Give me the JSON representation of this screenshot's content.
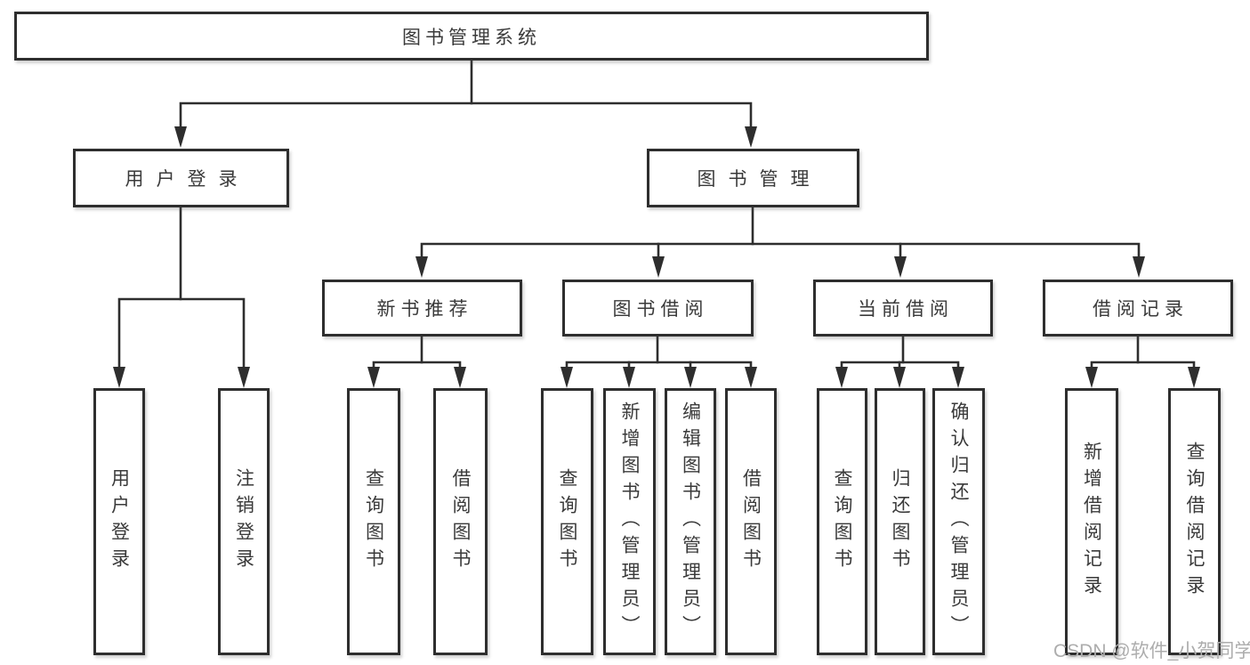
{
  "colors": {
    "line": "#2e2e2e",
    "text": "#3a3a3a",
    "watermark": "#adadad",
    "background": "#ffffff"
  },
  "watermark": {
    "text": "CSDN @软件_小贺同学"
  },
  "tree": {
    "root": {
      "label": "图书管理系统"
    },
    "level1": [
      {
        "label": "用户登录"
      },
      {
        "label": "图书管理"
      }
    ],
    "level2": [
      {
        "label": "新书推荐"
      },
      {
        "label": "图书借阅"
      },
      {
        "label": "当前借阅"
      },
      {
        "label": "借阅记录"
      }
    ],
    "leaves": {
      "user_login": [
        "用户登录",
        "注销登录"
      ],
      "new_book": [
        "查询图书",
        "借阅图书"
      ],
      "book_borrow": [
        "查询图书",
        "新增图书（管理员）",
        "编辑图书（管理员）",
        "借阅图书"
      ],
      "current_borrow": [
        "查询图书",
        "归还图书",
        "确认归还（管理员）"
      ],
      "borrow_record": [
        "新增借阅记录",
        "查询借阅记录"
      ]
    }
  }
}
